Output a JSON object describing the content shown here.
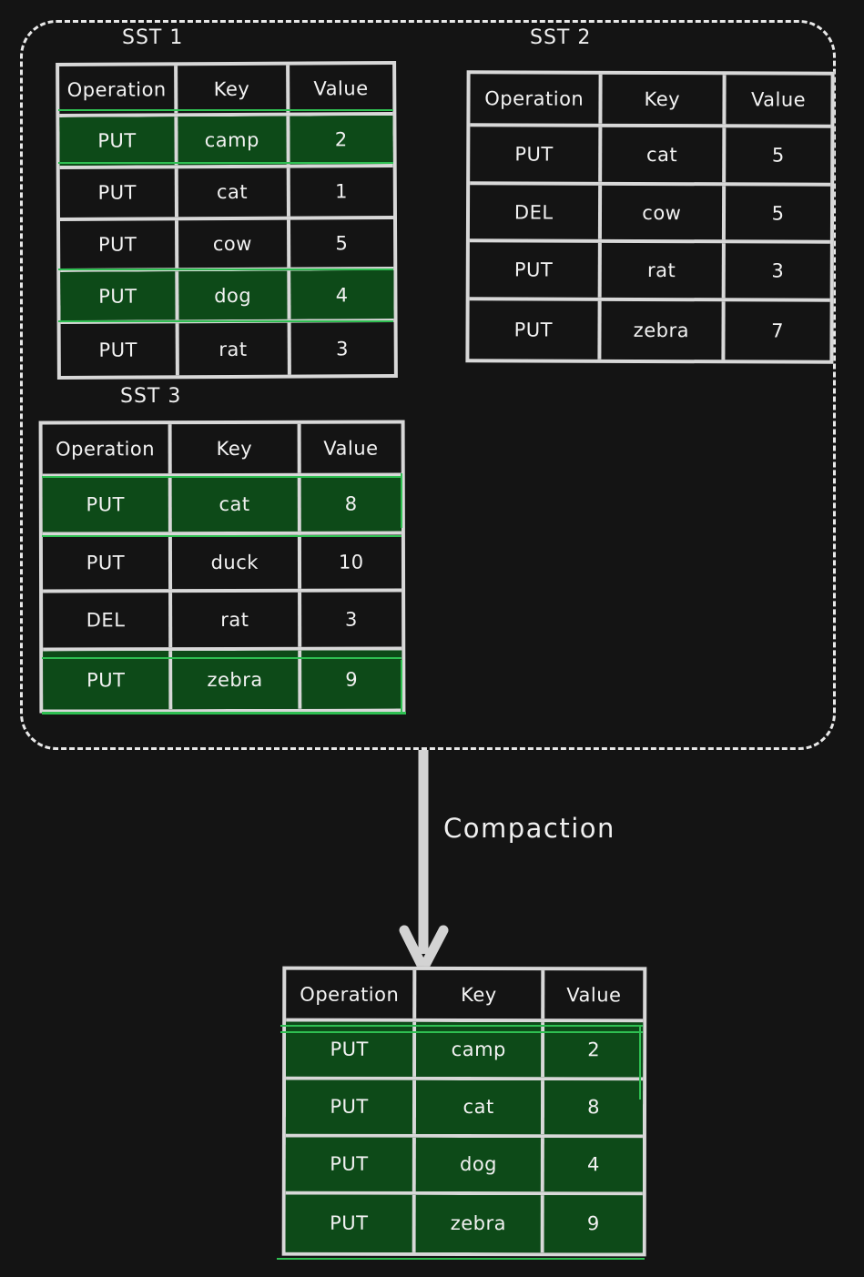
{
  "diagram": {
    "title_label": "Compaction",
    "background_color": "#141414",
    "stroke_color": "#d8d8d8",
    "highlight_color": "#0d4a18",
    "highlight_outline_color": "#2fbf52",
    "columns": [
      "Operation",
      "Key",
      "Value"
    ]
  },
  "sources": [
    {
      "name": "SST 1",
      "headers": {
        "op": "Operation",
        "key": "Key",
        "value": "Value"
      },
      "rows": [
        {
          "op": "PUT",
          "key": "camp",
          "value": "2",
          "highlighted": true
        },
        {
          "op": "PUT",
          "key": "cat",
          "value": "1",
          "highlighted": false
        },
        {
          "op": "PUT",
          "key": "cow",
          "value": "5",
          "highlighted": false
        },
        {
          "op": "PUT",
          "key": "dog",
          "value": "4",
          "highlighted": true
        },
        {
          "op": "PUT",
          "key": "rat",
          "value": "3",
          "highlighted": false
        }
      ]
    },
    {
      "name": "SST 2",
      "headers": {
        "op": "Operation",
        "key": "Key",
        "value": "Value"
      },
      "rows": [
        {
          "op": "PUT",
          "key": "cat",
          "value": "5",
          "highlighted": false
        },
        {
          "op": "DEL",
          "key": "cow",
          "value": "5",
          "highlighted": false
        },
        {
          "op": "PUT",
          "key": "rat",
          "value": "3",
          "highlighted": false
        },
        {
          "op": "PUT",
          "key": "zebra",
          "value": "7",
          "highlighted": false
        }
      ]
    },
    {
      "name": "SST 3",
      "headers": {
        "op": "Operation",
        "key": "Key",
        "value": "Value"
      },
      "rows": [
        {
          "op": "PUT",
          "key": "cat",
          "value": "8",
          "highlighted": true
        },
        {
          "op": "PUT",
          "key": "duck",
          "value": "10",
          "highlighted": false
        },
        {
          "op": "DEL",
          "key": "rat",
          "value": "3",
          "highlighted": false
        },
        {
          "op": "PUT",
          "key": "zebra",
          "value": "9",
          "highlighted": true
        }
      ]
    }
  ],
  "result": {
    "headers": {
      "op": "Operation",
      "key": "Key",
      "value": "Value"
    },
    "rows": [
      {
        "op": "PUT",
        "key": "camp",
        "value": "2",
        "highlighted": true
      },
      {
        "op": "PUT",
        "key": "cat",
        "value": "8",
        "highlighted": true
      },
      {
        "op": "PUT",
        "key": "dog",
        "value": "4",
        "highlighted": true
      },
      {
        "op": "PUT",
        "key": "zebra",
        "value": "9",
        "highlighted": true
      }
    ]
  },
  "arrow": {
    "label": "Compaction",
    "direction": "down"
  }
}
